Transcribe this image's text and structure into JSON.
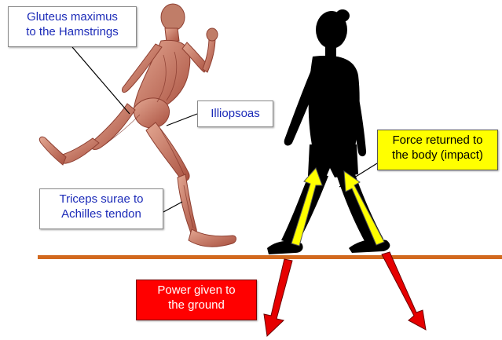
{
  "labels": {
    "gluteus": [
      "Gluteus maximus",
      "to the Hamstrings"
    ],
    "illiopsoas": "Illiopsoas",
    "triceps": [
      "Triceps surae to",
      "Achilles tendon"
    ],
    "force_returned": [
      "Force returned to",
      "the body (impact)"
    ],
    "power_given": [
      "Power given to",
      "the ground"
    ]
  },
  "colors": {
    "ground": "#d2691e",
    "force_arrow": "#ffff00",
    "power_arrow": "#e60000",
    "silhouette": "#000000",
    "runner_skin": "#cf8a74",
    "runner_muscle": "#b85a48",
    "label_text": "#1c2bb8"
  },
  "icons": {
    "runner": "anatomical-runner-figure",
    "walker": "walking-person-silhouette"
  }
}
